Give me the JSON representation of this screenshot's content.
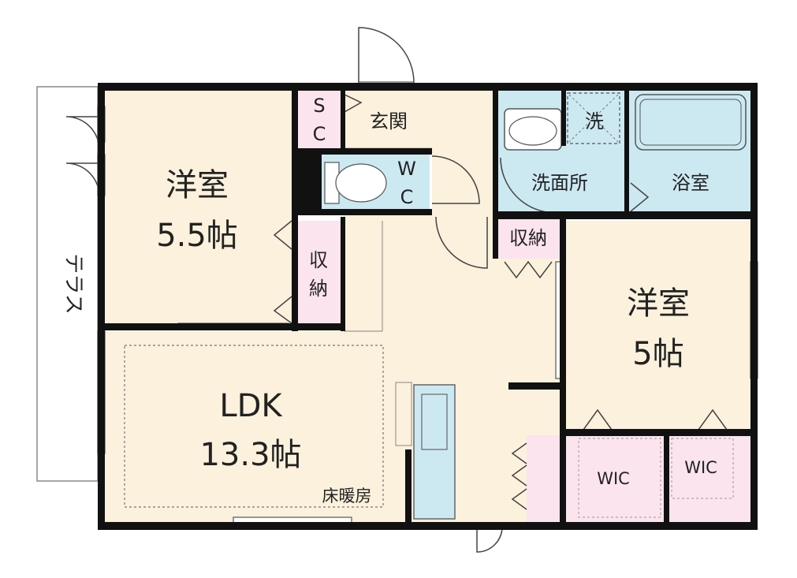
{
  "floor_plan": {
    "colors": {
      "room": "#fbf1dc",
      "wet_area": "#cce9f2",
      "storage": "#fbe4ee",
      "wall": "#111111",
      "terrace": "#ffffff"
    },
    "rooms": {
      "western_room_1": {
        "name": "洋室",
        "size": "5.5帖"
      },
      "western_room_2": {
        "name": "洋室",
        "size": "5帖"
      },
      "ldk": {
        "name": "LDK",
        "size": "13.3帖",
        "note": "床暖房"
      },
      "entrance": {
        "name": "玄関"
      },
      "shoe_closet": {
        "line1": "S",
        "line2": "C"
      },
      "toilet": {
        "line1": "W",
        "line2": "C"
      },
      "washroom": {
        "name": "洗面所"
      },
      "washer": {
        "name": "洗"
      },
      "bathroom": {
        "name": "浴室"
      },
      "storage_vertical": {
        "line1": "収",
        "line2": "納"
      },
      "storage_small": {
        "name": "収納"
      },
      "wic_1": {
        "name": "WIC"
      },
      "wic_2": {
        "name": "WIC"
      },
      "terrace": {
        "name": "テラス"
      }
    }
  }
}
